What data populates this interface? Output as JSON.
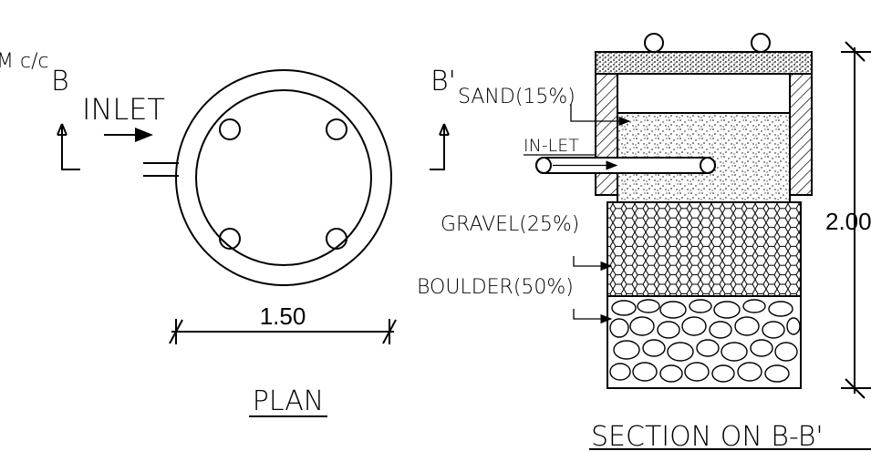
{
  "plan": {
    "corner_note": "M c/c",
    "section_mark_left": "B",
    "section_mark_right": "B'",
    "inlet_label": "INLET",
    "dimension_label": "1.50",
    "title": "PLAN"
  },
  "section": {
    "sand_label": "SAND(15%)",
    "inlet_label": "IN-LET",
    "gravel_label": "GRAVEL(25%)",
    "boulder_label": "BOULDER(50%)",
    "height_label": "2.00",
    "title": "SECTION ON B-B'"
  }
}
